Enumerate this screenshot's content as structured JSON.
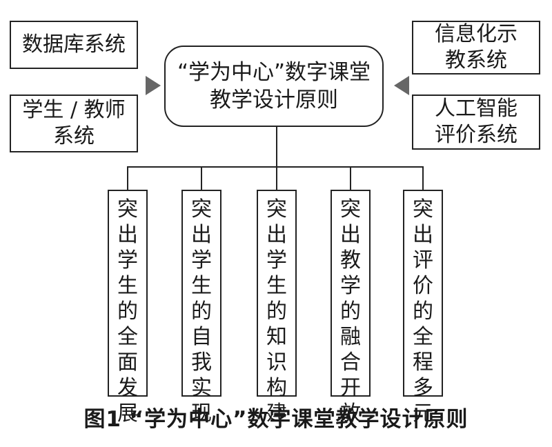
{
  "diagram": {
    "center": "“学为中心”数字课堂\n教学设计原则",
    "left_boxes": [
      "数据库系统",
      "学生 / 教师\n系统"
    ],
    "right_boxes": [
      "信息化示\n教系统",
      "人工智能\n评价系统"
    ],
    "principles": [
      "突出学生的全面发展",
      "突出学生的自我实现",
      "突出学生的知识构建",
      "突出教学的融合开放",
      "突出评价的全程多元"
    ]
  },
  "caption": "图1 “学为中心”数字课堂教学设计原则"
}
